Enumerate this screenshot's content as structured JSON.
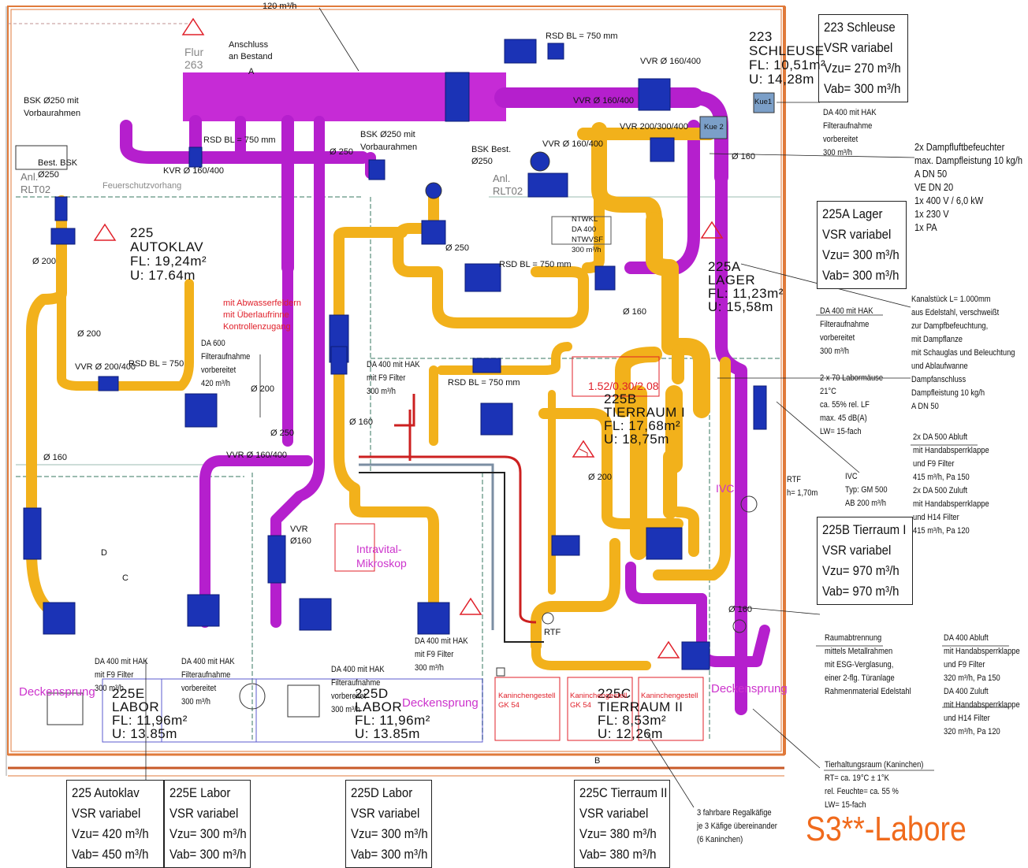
{
  "title": "S3**-Labore",
  "room_labels": {
    "schleuse": [
      "223",
      "SCHLEUSE",
      "FL: 10,51m²",
      "U: 14,28m"
    ],
    "autoklav": [
      "225",
      "AUTOKLAV",
      "FL: 19,24m²",
      "U: 17.64m"
    ],
    "lager": [
      "225A",
      "LAGER",
      "FL: 11,23m²",
      "U: 15,58m"
    ],
    "tierraum1": [
      "225B",
      "TIERRAUM I",
      "FL: 17,68m²",
      "U: 18,75m"
    ],
    "labor_e": [
      "225E",
      "LABOR",
      "FL: 11,96m²",
      "U: 13.85m"
    ],
    "labor_d": [
      "225D",
      "LABOR",
      "FL: 11,96m²",
      "U: 13.85m"
    ],
    "tierraum2": [
      "225C",
      "TIERRAUM II",
      "FL: 8,53m²",
      "U: 12,26m"
    ]
  },
  "summary_boxes": {
    "schleuse": [
      "223 Schleuse",
      "VSR variabel",
      "Vzu= 270 m³/h",
      "Vab= 300 m³/h"
    ],
    "lager": [
      "225A Lager",
      "VSR variabel",
      "Vzu= 300 m³/h",
      "Vab= 300 m³/h"
    ],
    "tierraum1": [
      "225B Tierraum I",
      "VSR variabel",
      "Vzu= 970 m³/h",
      "Vab= 970 m³/h"
    ],
    "autoklav": [
      "225 Autoklav",
      "VSR variabel",
      "Vzu= 420 m³/h",
      "Vab= 450 m³/h"
    ],
    "labor_e": [
      "225E Labor",
      "VSR variabel",
      "Vzu= 300 m³/h",
      "Vab= 300 m³/h"
    ],
    "labor_d": [
      "225D Labor",
      "VSR variabel",
      "Vzu= 300 m³/h",
      "Vab= 300 m³/h"
    ],
    "tierraum2": [
      "225C Tierraum II",
      "VSR variabel",
      "Vzu= 380 m³/h",
      "Vab= 380 m³/h"
    ]
  },
  "notes": {
    "dampf": [
      "2x Dampfluftbefeuchter",
      "max. Dampfleistung 10 kg/h",
      "A DN 50",
      "VE DN 20",
      "1x 400 V / 6,0 kW",
      "1x 230 V",
      "1x PA"
    ],
    "kanal": [
      "Kanalstück L= 1.000mm",
      "aus Edelstahl, verschweißt",
      "zur Dampfbefeuchtung,",
      "mit Dampflanze",
      "mit Schauglas und Beleuchtung",
      "und Ablaufwanne",
      "Dampfanschluss",
      "Dampfleistung 10 kg/h",
      "A DN 50"
    ],
    "da400_top": [
      "DA 400 mit HAK",
      "Filteraufnahme",
      "vorbereitet",
      "300 m³/h"
    ],
    "da400_mid": [
      "DA 400 mit HAK",
      "Filteraufnahme",
      "vorbereitet",
      "300 m³/h"
    ],
    "labormaeuse": [
      "2 x 70 Labormäuse",
      "21°C",
      "ca. 55% rel. LF",
      "max. 45 dB(A)",
      "LW= 15-fach"
    ],
    "da500": [
      "2x DA 500 Abluft",
      "mit Handabsperrklappe",
      "und F9 Filter",
      "415 m³/h, Pa 150",
      "2x DA 500 Zuluft",
      "mit Handabsperrklappe",
      "und H14 Filter",
      "415 m³/h, Pa 120"
    ],
    "ivc": [
      "IVC",
      "Typ: GM 500",
      "AB 200 m³/h"
    ],
    "rtf": [
      "RTF",
      "h= 1,70m"
    ],
    "raumabtrennung": [
      "Raumabtrennung",
      "mittels Metallrahmen",
      "mit ESG-Verglasung,",
      "einer 2-flg. Türanlage",
      "Rahmenmaterial Edelstahl"
    ],
    "da400_abluft": [
      "DA 400 Abluft",
      "mit Handabsperrklappe",
      "und F9 Filter",
      "320 m³/h, Pa 150",
      "DA 400 Zuluft",
      "mit Handabsperrklappe",
      "und H14 Filter",
      "320 m³/h, Pa 120"
    ],
    "tierhaltung": [
      "Tierhaltungsraum (Kaninchen)",
      "RT= ca. 19°C  ± 1°K",
      "rel. Feuchte= ca. 55 %",
      "LW= 15-fach"
    ],
    "regal": [
      "3 fahrbare Regalkäfige",
      "je 3 Käfige übereinander",
      "(6 Kaninchen)"
    ],
    "da600": [
      "DA 600",
      "Filteraufnahme",
      "vorbereitet",
      "420 m³/h"
    ],
    "da400_f9_mid": [
      "DA 400 mit HAK",
      "mit F9 Filter",
      "300 m³/h"
    ],
    "da400_labor_left": [
      "DA 400 mit HAK",
      "mit F9 Filter",
      "300 m³/h"
    ],
    "da400_labor_mid": [
      "DA 400 mit HAK",
      "Filteraufnahme",
      "vorbereitet",
      "300 m³/h"
    ],
    "da400_labor_d": [
      "DA 400 mit HAK",
      "Filteraufnahme",
      "vorbereitet",
      "300 m³/h"
    ],
    "da400_kanin": [
      "DA 400 mit HAK",
      "mit F9 Filter",
      "300 m³/h"
    ]
  },
  "plan_labels": {
    "anschluss": [
      "Anschluss",
      "an Bestand"
    ],
    "flur": [
      "Flur",
      "263"
    ],
    "bsk_vorbau_left": [
      "BSK Ø250 mit",
      "Vorbaurahmen"
    ],
    "bsk_vorbau_mid": [
      "BSK Ø250 mit",
      "Vorbaurahmen"
    ],
    "rsd_top": "RSD BL = 750 mm",
    "rsd_left": "RSD BL = 750 mm",
    "rsd_mid": "RSD BL = 750 mm",
    "rsd_lower": "RSD BL = 750 mm",
    "rsd_autoklav": "RSD BL = 750",
    "vvr_160_400_top": "VVR Ø 160/400",
    "vvr_160_400_b": "VVR Ø 160/400",
    "vvr_160_400_c": "VVR Ø 160/400",
    "vvr_200_300_400": "VVR 200/300/400",
    "vvr_200_400": "VVR Ø 200/400",
    "kvr": "KVR Ø 160/400",
    "vvr_160_400_low": "VVR Ø 160/400",
    "vvr_160": [
      "VVR",
      "Ø160"
    ],
    "feuerschutz": "Feuerschutzvorhang",
    "best_bsk": [
      "Best. BSK",
      "Ø250"
    ],
    "bsk_best_mid": [
      "BSK Best.",
      "Ø250"
    ],
    "anl_rlt02_left": [
      "Anl.",
      "RLT02"
    ],
    "anl_rlt02_mid": [
      "Anl.",
      "RLT02"
    ],
    "ntw": [
      "NTWKL",
      "DA 400",
      "NTWVSF",
      "300 m³/h"
    ],
    "d250a": "Ø 250",
    "d250b": "Ø 250",
    "d250c": "Ø 250",
    "d160a": "Ø 160",
    "d160b": "Ø 160",
    "d160c": "Ø 160",
    "d160d": "Ø 160",
    "d160e": "Ø 160",
    "d200a": "Ø 200",
    "d200b": "Ø 200",
    "d200c": "Ø 200",
    "d200d": "Ø 200",
    "kue1": "Kue1",
    "kue2": "Kue 2",
    "intravital": [
      "Intravital-",
      "Mikroskop"
    ],
    "abwasser": [
      "mit Abwasserfeldern",
      "mit Überlaufrinne",
      "Kontrollenzugang"
    ],
    "deckensprung_left": "Deckensprung",
    "deckensprung_mid": "Deckensprung",
    "deckensprung_right": "Deckensprung",
    "kaninchen1": [
      "Kaninchengestell",
      "GK 54"
    ],
    "kaninchen2": [
      "Kaninchengestell",
      "GK 54"
    ],
    "kaninchen3": [
      "Kaninchengestell"
    ],
    "red_number": "1.52/0.30/2.08",
    "top_flow": "120 m³/h",
    "rtf_mid": "RTF",
    "ivc_vert": "IVC",
    "a": "A",
    "b": "B",
    "d": "D",
    "c": "C"
  }
}
